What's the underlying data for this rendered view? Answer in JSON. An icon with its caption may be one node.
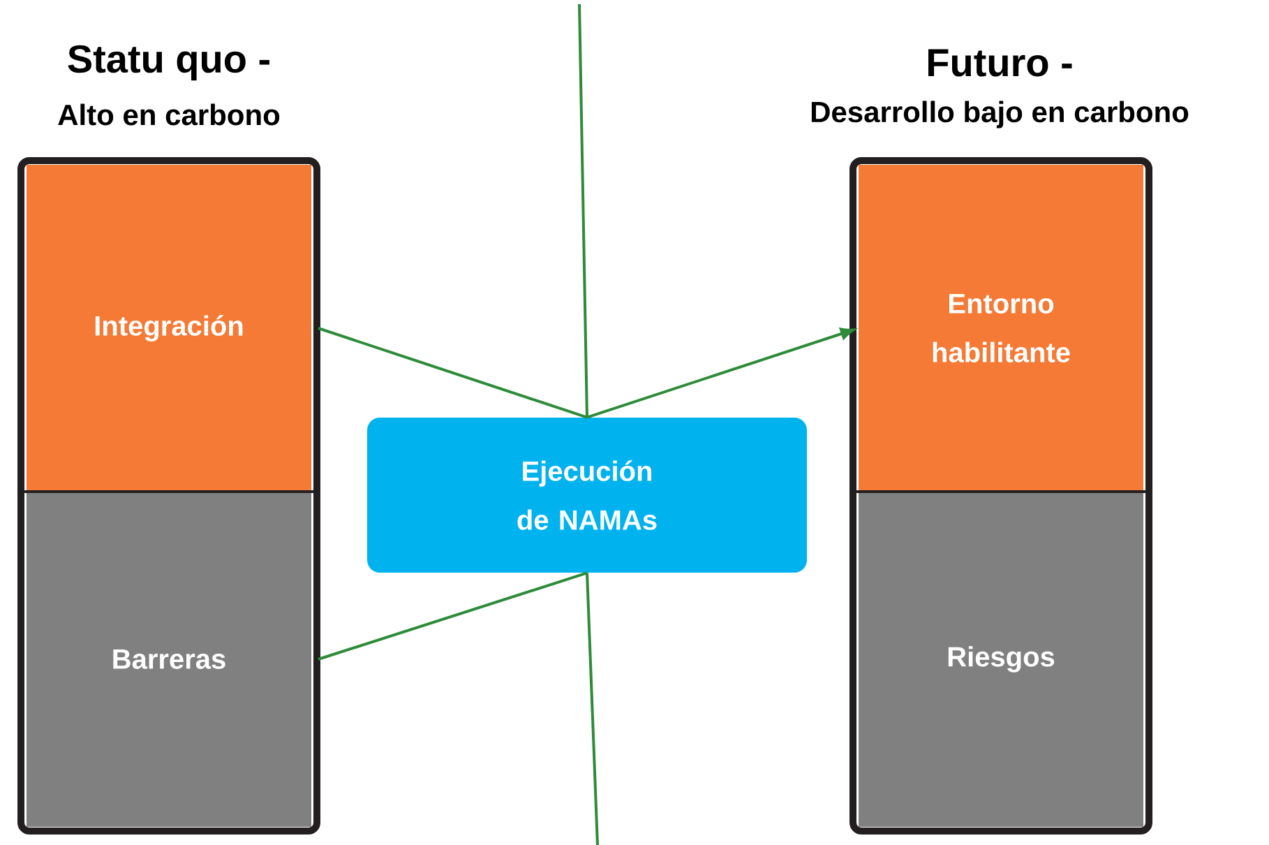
{
  "diagram": {
    "nodes": [
      {
        "text": [
          "Statu quo -",
          "Alto en carbono"
        ]
      },
      {
        "text": [
          "Integración"
        ],
        "in": 0
      },
      {
        "text": [
          "Barreras"
        ],
        "in": 0
      },
      {
        "text": [
          "Ejecución de NAMAs"
        ]
      },
      {
        "text": [
          "Futuro -",
          "Desarrollo bajo en carbono"
        ]
      },
      {
        "text": [
          "Entorno habilitante"
        ],
        "in": 4
      },
      {
        "text": [
          "Riesgos"
        ],
        "in": 4
      }
    ],
    "edges": [
      {
        "from": 1,
        "to": 3,
        "arrow": "none"
      },
      {
        "from": 2,
        "to": 3,
        "arrow": "none"
      },
      {
        "from": 3,
        "to": 5,
        "arrow": "to"
      },
      {
        "from": null,
        "to": 3,
        "arrow": "none"
      },
      {
        "from": 3,
        "to": null,
        "arrow": "none"
      }
    ]
  }
}
